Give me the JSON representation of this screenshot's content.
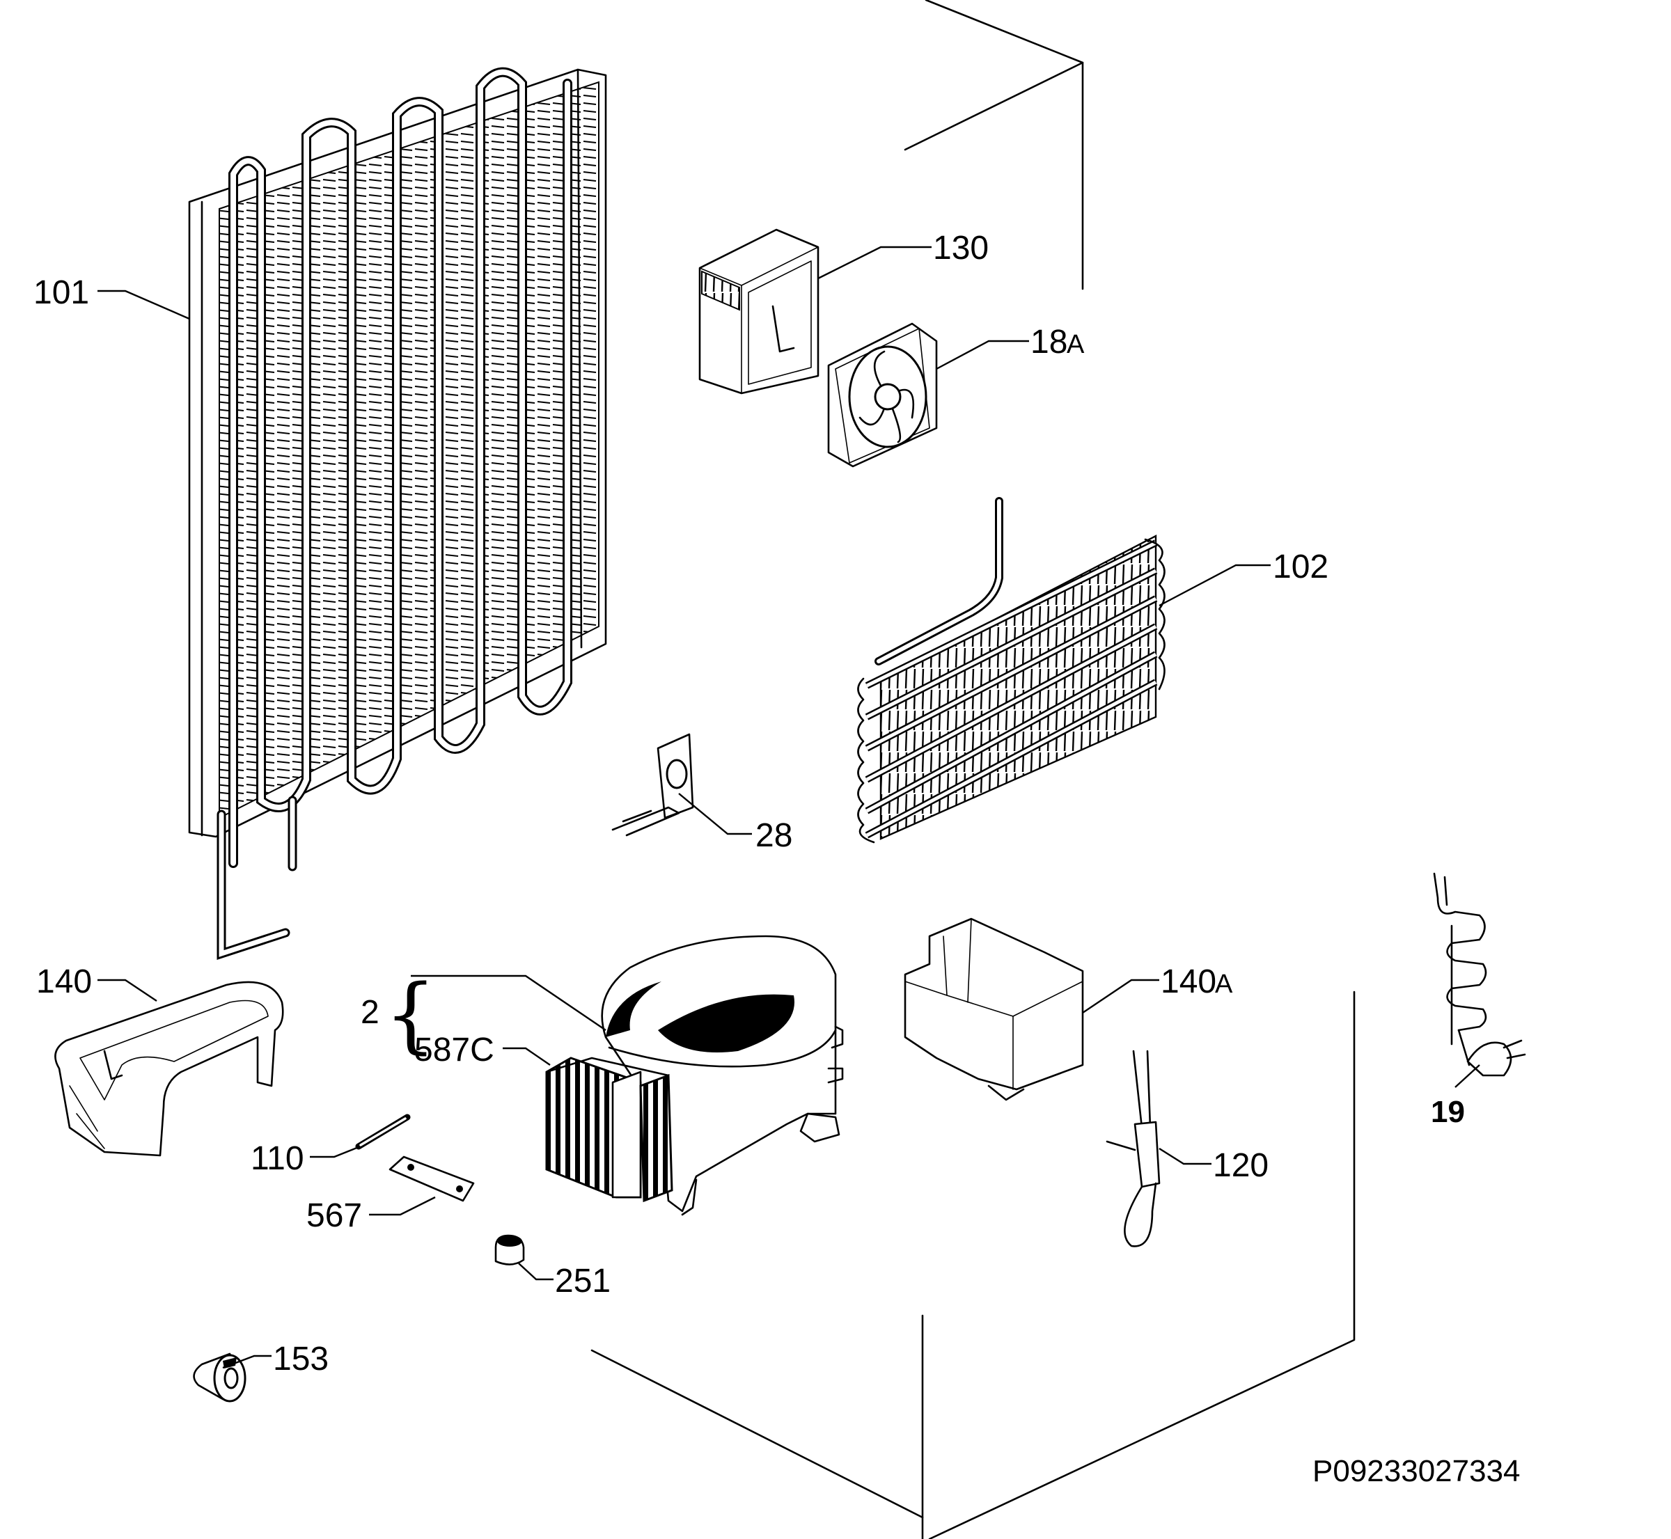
{
  "diagram": {
    "reference_code": "P09233027334",
    "part_labels": {
      "p101": "101",
      "p130": "130",
      "p18A": "18",
      "p18A_suffix": "A",
      "p102": "102",
      "p28": "28",
      "p140": "140",
      "p2": "2",
      "p587C": "587C",
      "p140A": "140",
      "p140A_suffix": "A",
      "p19": "19",
      "p110": "110",
      "p120": "120",
      "p567": "567",
      "p251": "251",
      "p153": "153"
    }
  }
}
